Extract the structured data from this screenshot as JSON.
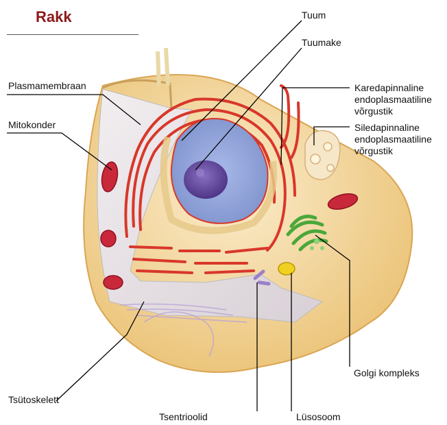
{
  "title": "Rakk",
  "labels": {
    "tuum": "Tuum",
    "tuumake": "Tuumake",
    "plasmamembraan": "Plasmamembraan",
    "mitokonder": "Mitokonder",
    "kare_er": [
      "Karedapinnaline",
      "endoplasmaatiline",
      "võrgustik"
    ],
    "sile_er": [
      "Siledapinnaline",
      "endoplasmaatiline",
      "võrgustik"
    ],
    "golgi": "Golgi kompleks",
    "tsutoskelett": "Tsütoskelett",
    "tsentrioolid": "Tsentrioolid",
    "lusosoom": "Lüsosoom"
  },
  "colors": {
    "title": "#8b1a1a",
    "cytoplasm": "#f3d9a4",
    "membrane": "#e8b862",
    "cut_face": "#e9e3e6",
    "nucleus": "#8fa3d8",
    "nucleolus": "#6b4fa0",
    "er": "#d8372a",
    "mitochondrion": "#c8283a",
    "golgi": "#4aa83a",
    "lysosome": "#f0d020",
    "centriole": "#9a80c8"
  }
}
